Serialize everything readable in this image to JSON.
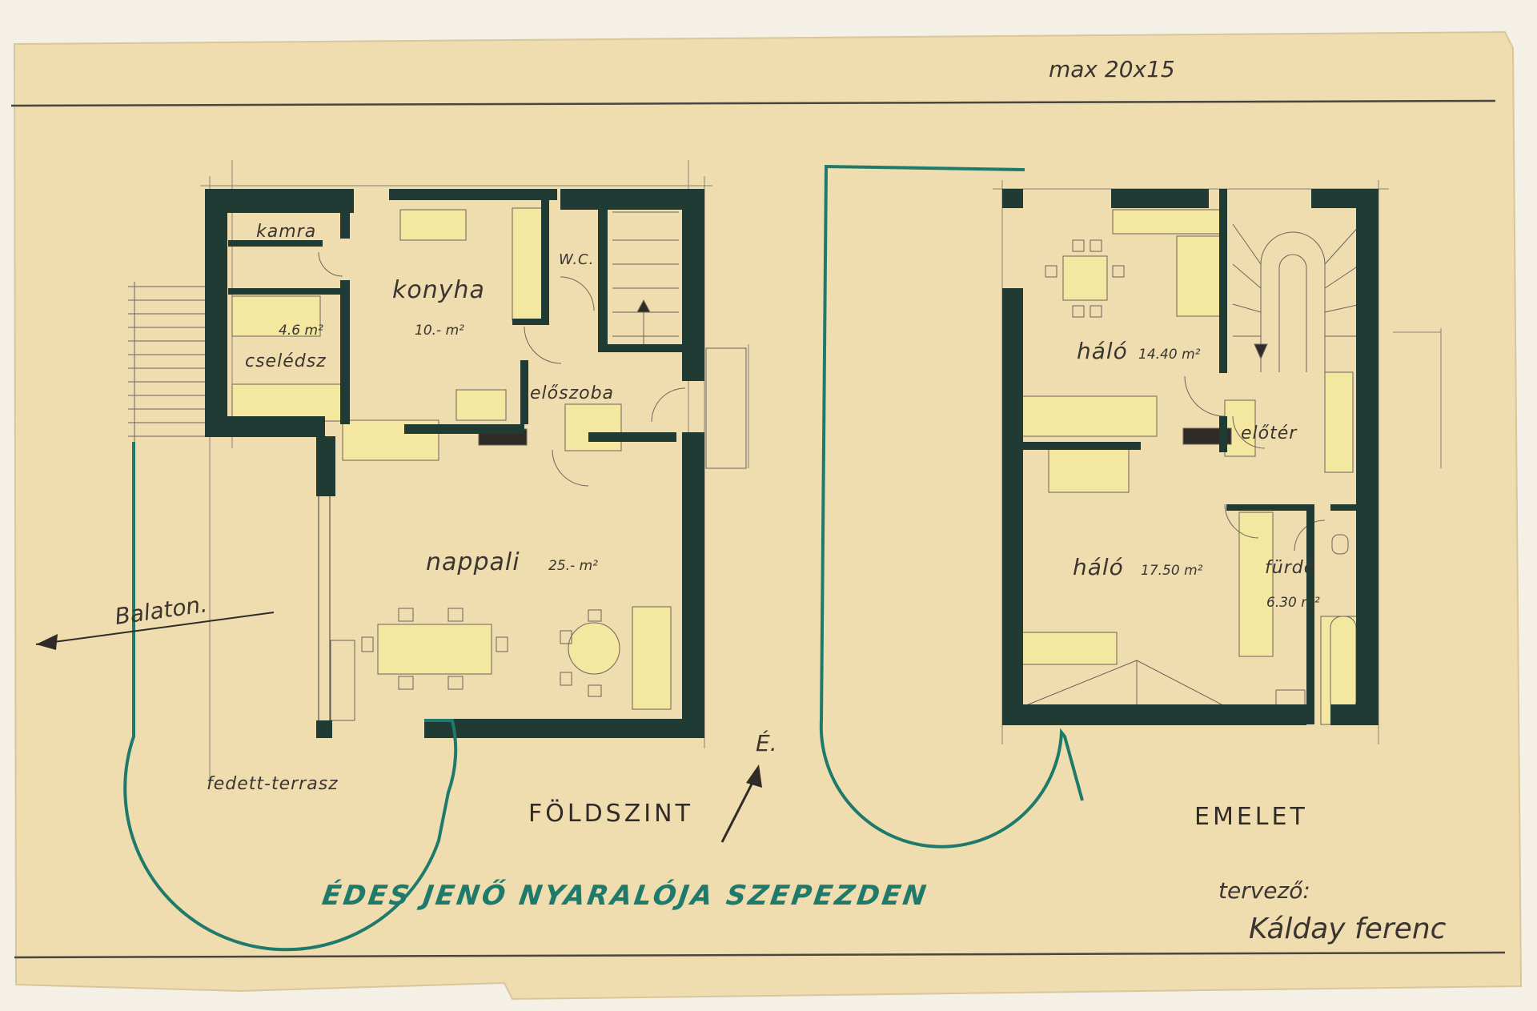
{
  "note": "max 20x15",
  "title": "ÉDES JENŐ NYARALÓJA SZEPEZDEN",
  "north_label": "É.",
  "direction_label": "Balaton.",
  "designer": {
    "label": "tervező:",
    "signature": "Kálday ferenc"
  },
  "colors": {
    "paper": "#efdcaf",
    "wall": "#1f3b33",
    "outline": "#1e7a6a",
    "yellow": "#f4e7a0",
    "pencil": "#6b655c"
  },
  "ground_floor": {
    "label": "FÖLDSZINT",
    "rooms": {
      "kamra": "kamra",
      "konyha": "konyha",
      "konyha_area": "10.- m²",
      "wc": "W.C.",
      "cseledsz": "cselédsz",
      "cseledsz_area": "4.6 m²",
      "eloszoba": "előszoba",
      "nappali": "nappali",
      "nappali_area": "25.- m²",
      "terrasz": "fedett-terrasz"
    }
  },
  "upper_floor": {
    "label": "EMELET",
    "rooms": {
      "halo1": "háló",
      "halo1_area": "14.40 m²",
      "eloter": "előtér",
      "halo2": "háló",
      "halo2_area": "17.50 m²",
      "furdo": "fürdő",
      "furdo_area": "6.30 m²"
    }
  }
}
